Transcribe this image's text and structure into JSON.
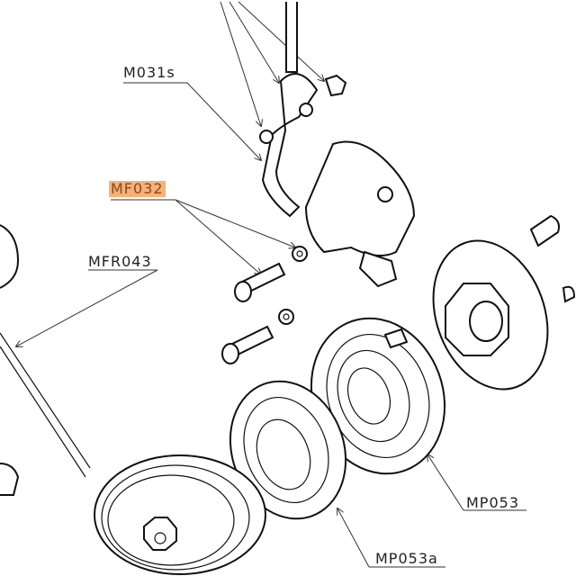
{
  "diagram": {
    "labels": {
      "m031s": "M031s",
      "mf032": "MF032",
      "mfr043": "MFR043",
      "mp053": "MP053",
      "mp053a": "MP053a"
    },
    "highlight_color": "#f4b27a"
  }
}
